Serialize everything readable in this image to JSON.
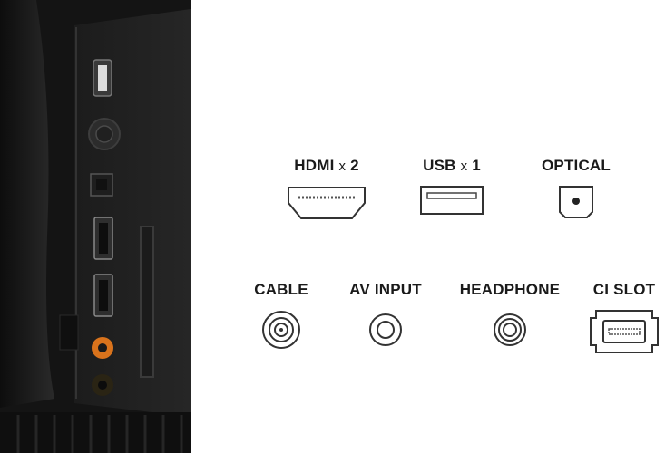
{
  "ports": {
    "hdmi": {
      "name": "HDMI",
      "count": "2",
      "icon": "hdmi-port-icon"
    },
    "usb": {
      "name": "USB",
      "count": "1",
      "icon": "usb-port-icon"
    },
    "optical": {
      "label": "OPTICAL",
      "icon": "optical-port-icon"
    },
    "cable": {
      "label": "CABLE",
      "icon": "coaxial-port-icon"
    },
    "av_input": {
      "label": "AV INPUT",
      "icon": "av-input-jack-icon"
    },
    "headphone": {
      "label": "HEADPHONE",
      "icon": "headphone-jack-icon"
    },
    "ci_slot": {
      "label": "CI SLOT",
      "icon": "ci-slot-icon"
    }
  },
  "multiplier": "x",
  "colors": {
    "background": "#ffffff",
    "text": "#1a1a1a",
    "icon_stroke": "#333333",
    "panel_dark": "#151515",
    "av_port_orange": "#d9731c"
  }
}
